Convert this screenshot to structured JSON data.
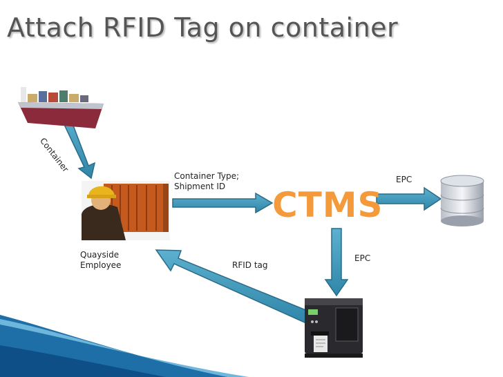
{
  "slide": {
    "title": "Attach RFID Tag on container"
  },
  "diagram": {
    "arrow_label_container": "Container",
    "label_container_type": "Container Type;",
    "label_shipment_id": "Shipment ID",
    "center_node": "CTMS",
    "label_epc_database": "EPC",
    "label_epc_printer": "EPC",
    "label_rfid_tag": "RFID tag",
    "label_quayside": "Quayside",
    "label_employee": "Employee"
  },
  "colors": {
    "arrow_fill": "#3a93b4",
    "arrow_stroke": "#2a6a86",
    "ctms": "#f59a3a",
    "footer_blue": "#1e6fa8"
  },
  "icons": [
    "ship-icon",
    "worker-container-icon",
    "database-icon",
    "rfid-printer-icon"
  ]
}
